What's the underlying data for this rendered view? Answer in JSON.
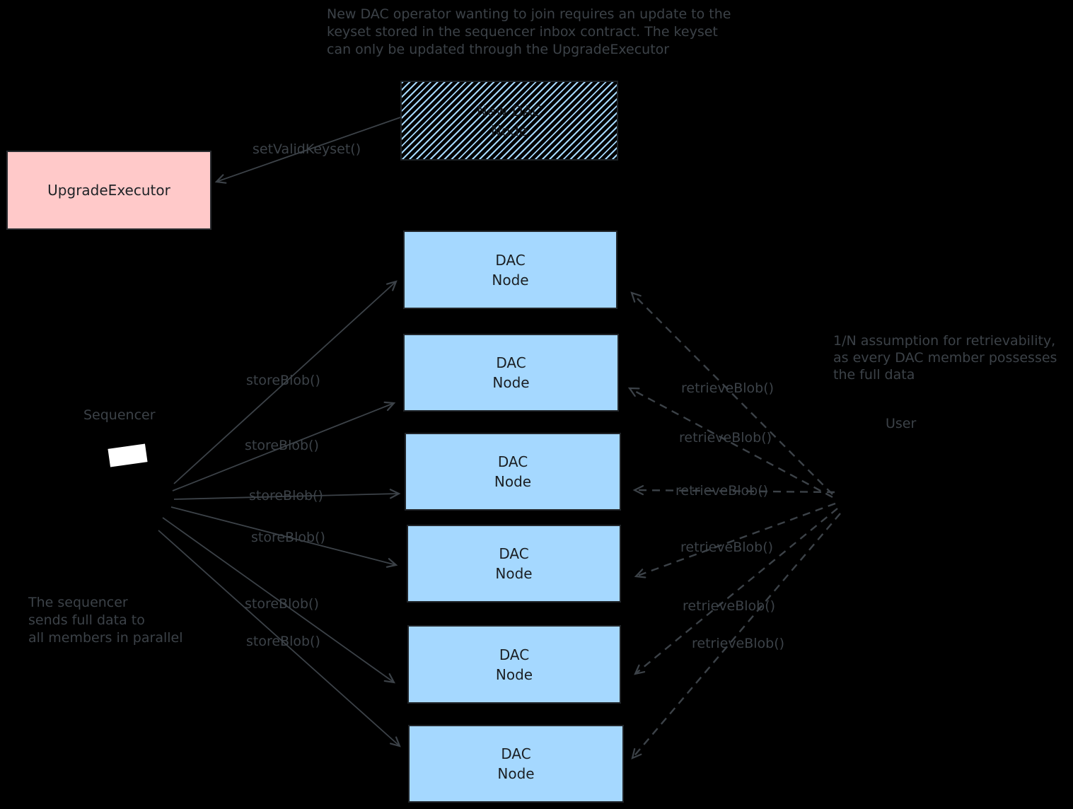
{
  "colors": {
    "background": "#000000",
    "ink": "#3c4248",
    "dac_node_fill": "#a5d8ff",
    "upgrade_executor_fill": "#ffc9c9",
    "hatch_stripe": "#a5d8ff",
    "box_text": "#1b1f23",
    "sequencer_mark": "#ffffff"
  },
  "notes": {
    "keyset_note": [
      "New DAC operator wanting to join requires an update to the",
      "keyset stored in the sequencer inbox contract. The keyset",
      "can only be updated through the UpgradeExecutor"
    ],
    "retrievability_note": [
      "1/N assumption for retrievability,",
      "as every DAC member possesses",
      "the full data"
    ],
    "parallel_note": [
      "The sequencer",
      "sends full data to",
      "all members in parallel"
    ]
  },
  "actors": {
    "sequencer": "Sequencer",
    "user": "User"
  },
  "nodes": {
    "upgrade_executor": "UpgradeExecutor",
    "new_dac_node": {
      "line1": "New DAC",
      "line2": "Node"
    },
    "dac_nodes": [
      {
        "line1": "DAC",
        "line2": "Node"
      },
      {
        "line1": "DAC",
        "line2": "Node"
      },
      {
        "line1": "DAC",
        "line2": "Node"
      },
      {
        "line1": "DAC",
        "line2": "Node"
      },
      {
        "line1": "DAC",
        "line2": "Node"
      },
      {
        "line1": "DAC",
        "line2": "Node"
      }
    ]
  },
  "edges": {
    "set_valid_keyset": "setValidKeyset()",
    "store_blob": [
      "storeBlob()",
      "storeBlob()",
      "storeBlob()",
      "storeBlob()",
      "storeBlob()",
      "storeBlob()"
    ],
    "retrieve_blob": [
      "retrieveBlob()",
      "retrieveBlob()",
      "retrieveBlob()",
      "retrieveBlob()",
      "retrieveBlob()",
      "retrieveBlob()"
    ]
  }
}
